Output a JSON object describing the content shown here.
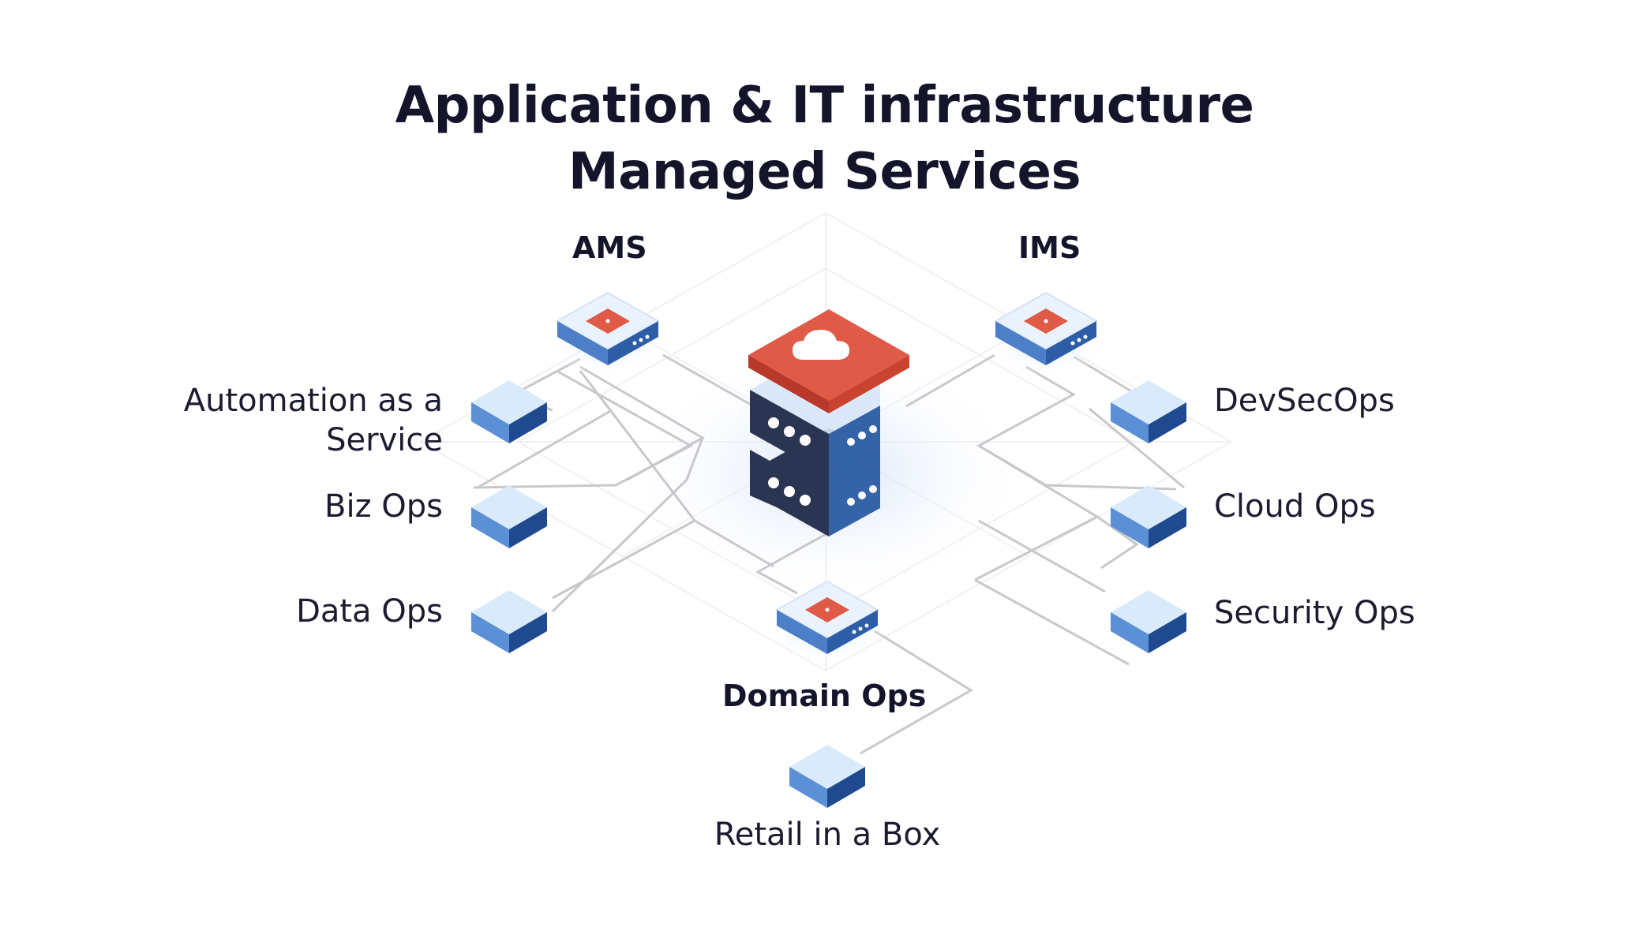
{
  "title": {
    "line1": "Application & IT infrastructure",
    "line2": "Managed Services"
  },
  "groups": {
    "ams": "AMS",
    "ims": "IMS",
    "domain_ops": "Domain Ops"
  },
  "services_left": {
    "automation_line1": "Automation as a",
    "automation_line2": "Service",
    "biz_ops": "Biz Ops",
    "data_ops": "Data Ops"
  },
  "services_right": {
    "devsecops": "DevSecOps",
    "cloud_ops": "Cloud Ops",
    "security_ops": "Security Ops"
  },
  "services_bottom": {
    "retail": "Retail in a Box"
  },
  "colors": {
    "cube_top": "#d9ebfb",
    "cube_left": "#5b8fd6",
    "cube_right": "#1f4a8f",
    "server_dark": "#2a3554",
    "server_blue": "#3563a8",
    "accent_red": "#e05a48",
    "line": "#c8c8cc"
  },
  "icons": [
    "cloud-icon",
    "server-icon",
    "cube-icon"
  ]
}
